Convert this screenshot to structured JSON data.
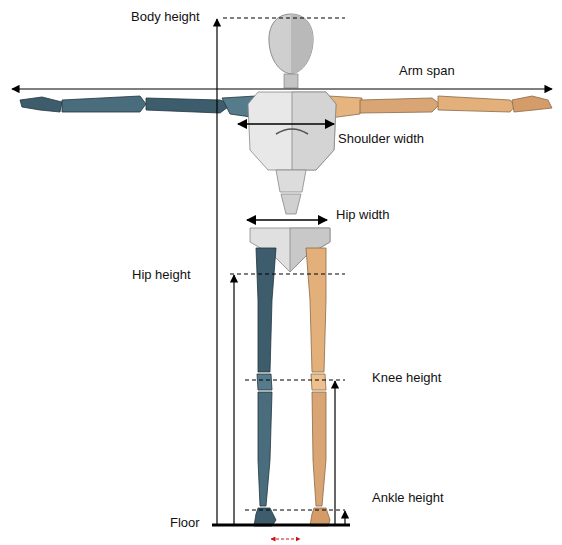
{
  "diagram": {
    "labels": [
      "Body height",
      "Arm span",
      "Shoulder width",
      "Hip width",
      "Hip height",
      "Knee height",
      "Ankle height",
      "Floor"
    ]
  }
}
